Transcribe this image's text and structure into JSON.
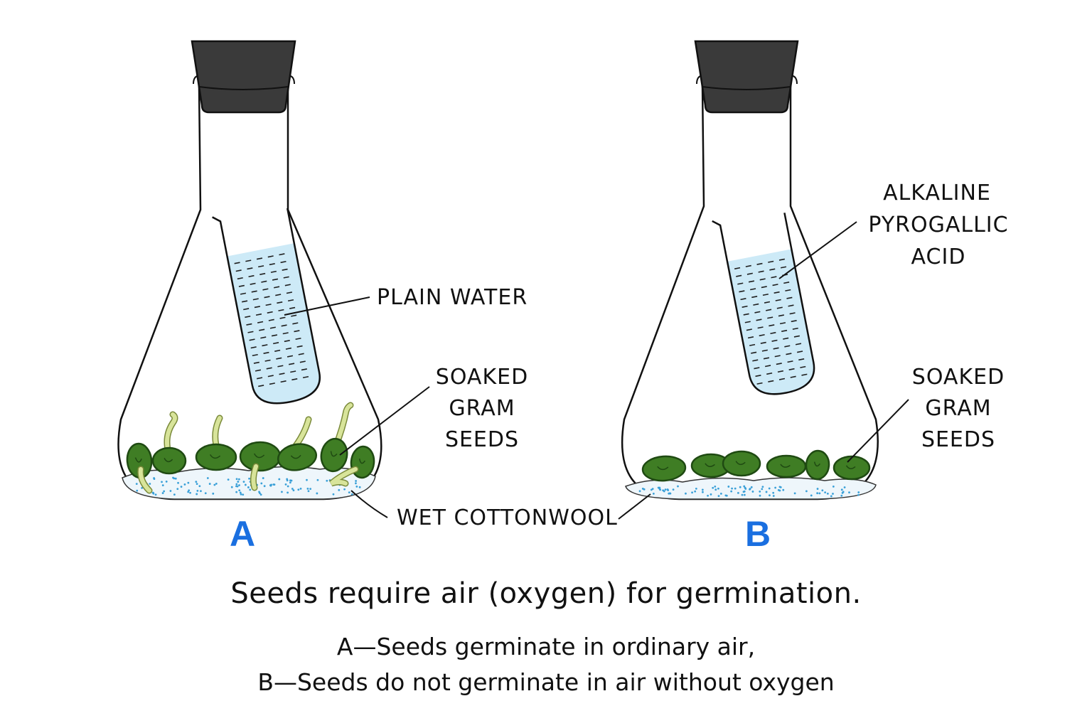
{
  "colors": {
    "outline": "#111111",
    "stopper": "#3a3a3a",
    "water": "#cdeaf7",
    "water_dash": "#1f1f1f",
    "seed": "#3f7d24",
    "seed_dark": "#1f4a12",
    "sprout": "#d8e49a",
    "cotton": "#eef6fb",
    "cotton_dots": "#3aa0d8",
    "letter": "#1a6fe0"
  },
  "labels": {
    "plain_water": "PLAIN WATER",
    "soaked_a": [
      "SOAKED",
      "GRAM",
      "SEEDS"
    ],
    "wet_cottonwool": "WET COTTONWOOL",
    "alkaline": [
      "ALKALINE",
      "PYROGALLIC",
      "ACID"
    ],
    "soaked_b": [
      "SOAKED",
      "GRAM",
      "SEEDS"
    ],
    "flask_a": "A",
    "flask_b": "B"
  },
  "caption": {
    "title": "Seeds require air (oxygen) for germination.",
    "line_a": "A—Seeds germinate in ordinary air,",
    "line_b": "B—Seeds do not germinate in air without oxygen"
  },
  "icons": {
    "stopper": "rubber-stopper-icon",
    "seed": "gram-seed-icon",
    "sprout": "sprout-icon"
  }
}
